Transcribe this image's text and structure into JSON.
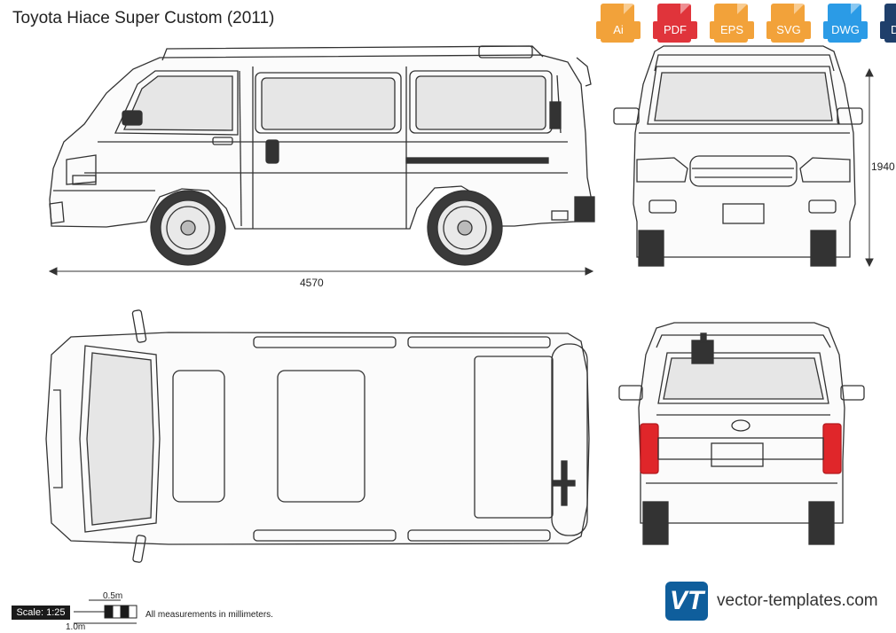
{
  "title": "Toyota Hiace Super Custom (2011)",
  "formats": [
    {
      "label": "Ai",
      "color": "#f2a23a"
    },
    {
      "label": "PDF",
      "color": "#e0343b"
    },
    {
      "label": "EPS",
      "color": "#f2a23a"
    },
    {
      "label": "SVG",
      "color": "#f2a23a"
    },
    {
      "label": "DWG",
      "color": "#2b9be6"
    },
    {
      "label": "DXF",
      "color": "#1f3f6b"
    }
  ],
  "dimensions": {
    "length": "4570",
    "height": "1940"
  },
  "scale": {
    "label": "Scale: 1:25",
    "half_meter": "0.5m",
    "one_meter": "1.0m"
  },
  "note": "All measurements in millimeters.",
  "brand": {
    "logo_text": "VT",
    "name": "vector-templates.com"
  },
  "watermark": "vector-templates.com"
}
